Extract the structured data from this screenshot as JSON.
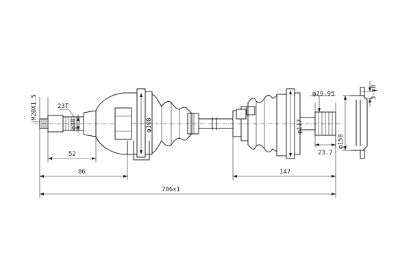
{
  "drawing": {
    "labels": {
      "thread": "M20X1.5",
      "spline": "23T",
      "dia_stub": "φ38",
      "len_52": "52",
      "len_86": "86",
      "dia_outer_joint": "φ108",
      "total_length": "706±1",
      "dia_inner_joint": "φ117",
      "len_147": "147",
      "dia_2995": "φ29.95",
      "len_237": "23.7",
      "dia_158": "φ158",
      "ring_dim": "3-φ8"
    }
  }
}
